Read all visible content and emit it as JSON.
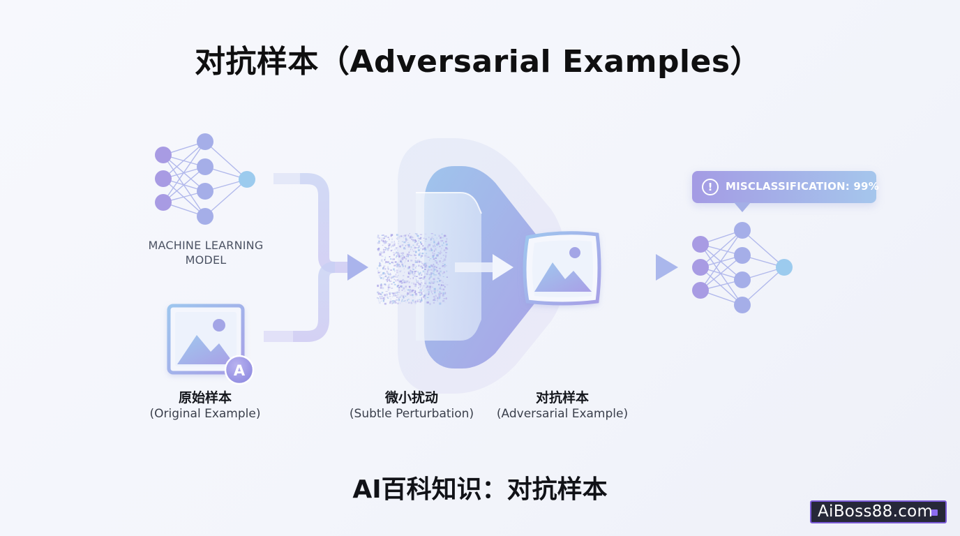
{
  "title": "对抗样本（Adversarial Examples）",
  "nodes": {
    "ml_model": {
      "label_line1": "MACHINE LEARNING",
      "label_line2": "MODEL"
    },
    "original_example": {
      "label_zh": "原始样本",
      "label_en": "(Original Example)",
      "badge_letter": "A"
    },
    "perturbation": {
      "label_zh": "微小扰动",
      "label_en": "(Subtle Perturbation)"
    },
    "adversarial_example": {
      "label_zh": "对抗样本",
      "label_en": "(Adversarial Example)"
    },
    "target_model": {
      "alert_icon": "!",
      "alert_text": "MISCLASSIFICATION: 99%"
    }
  },
  "footer_title": "AI百科知识：对抗样本",
  "watermark": "AiBoss88.com",
  "colors": {
    "purple": "#a59be3",
    "blue": "#9ccbee",
    "arrow": "#b6c2ee",
    "title": "#0f0f10"
  },
  "icons": [
    "neural-network-icon",
    "image-icon",
    "noise-pattern",
    "alert-icon",
    "arrow-icon"
  ]
}
